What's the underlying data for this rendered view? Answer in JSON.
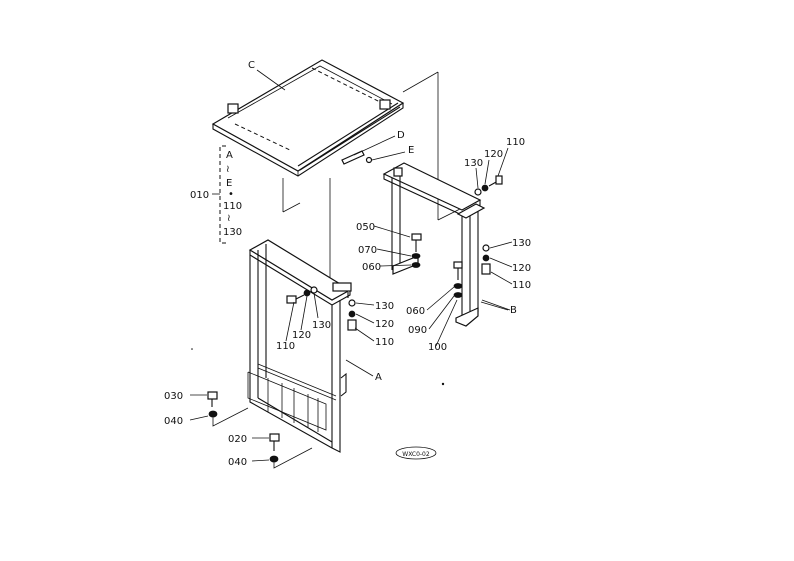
{
  "diagram": {
    "callouts": {
      "C": "C",
      "D": "D",
      "E": "E",
      "A": "A",
      "B": "B",
      "p010": "010",
      "p020": "020",
      "p030": "030",
      "p040a": "040",
      "p040b": "040",
      "p050": "050",
      "p060a": "060",
      "p060b": "060",
      "p070": "070",
      "p090": "090",
      "p100": "100",
      "p110a": "110",
      "p110b": "110",
      "p110c": "110",
      "p110d": "110",
      "p120a": "120",
      "p120b": "120",
      "p120c": "120",
      "p120d": "120",
      "p130a": "130",
      "p130b": "130",
      "p130c": "130",
      "p130d": "130"
    },
    "range_bracket": [
      "A",
      "≀",
      "E",
      "•",
      "110",
      "≀",
      "130"
    ],
    "drawing_code": "WXC0-02"
  }
}
